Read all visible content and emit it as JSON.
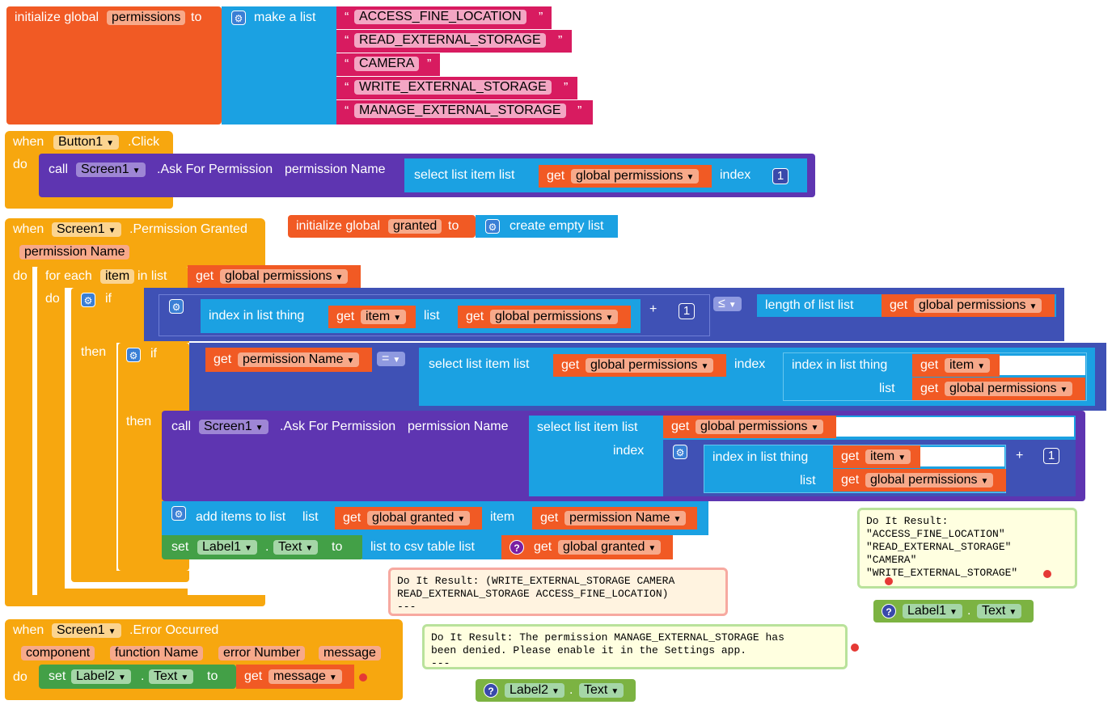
{
  "init_permissions": {
    "keyword": "initialize global",
    "var": "permissions",
    "to": "to",
    "make_list": "make a list",
    "items": [
      "ACCESS_FINE_LOCATION",
      "READ_EXTERNAL_STORAGE",
      "CAMERA",
      "WRITE_EXTERNAL_STORAGE",
      "MANAGE_EXTERNAL_STORAGE"
    ],
    "quote_open": "“",
    "quote_close": "”"
  },
  "button_click": {
    "when": "when",
    "component": "Button1",
    "event": ".Click",
    "do": "do",
    "call": "call",
    "screen": "Screen1",
    "method": ".Ask For Permission",
    "param": "permission Name",
    "select_list_item": "select list item  list",
    "get": "get",
    "get_var": "global permissions",
    "index": "index",
    "index_value": "1"
  },
  "init_granted": {
    "keyword": "initialize global",
    "var": "granted",
    "to": "to",
    "create_empty": "create empty list"
  },
  "permission_granted": {
    "when": "when",
    "component": "Screen1",
    "event": ".Permission Granted",
    "param": "permission Name",
    "do": "do",
    "for_each": "for each",
    "item": "item",
    "in_list": "in list",
    "get": "get",
    "global_permissions": "global permissions",
    "do2": "do",
    "if": "if",
    "index_in_list": "index in list  thing",
    "list": "list",
    "plus": "+",
    "one": "1",
    "le": "≤",
    "length_of_list": "length of list  list",
    "then": "then",
    "permission_name": "permission Name",
    "eq": "=",
    "select_list_item": "select list item  list",
    "index": "index",
    "call": "call",
    "screen": "Screen1",
    "method": ".Ask For Permission",
    "method_param": "permission Name",
    "add_items": "add items to list",
    "add_list": "list",
    "add_item": "item",
    "global_granted": "global granted",
    "set": "set",
    "label": "Label1",
    "dot": ".",
    "prop": "Text",
    "to": "to",
    "csv": "list to csv table  list"
  },
  "error_occurred": {
    "when": "when",
    "component": "Screen1",
    "event": ".Error Occurred",
    "params": [
      "component",
      "function Name",
      "error Number",
      "message"
    ],
    "do": "do",
    "set": "set",
    "label": "Label2",
    "dot": ".",
    "prop": "Text",
    "to": "to",
    "get": "get",
    "get_var": "message"
  },
  "bubbles": {
    "result1": "Do It Result: (WRITE_EXTERNAL_STORAGE CAMERA\nREAD_EXTERNAL_STORAGE ACCESS_FINE_LOCATION)\n---",
    "result2": "Do It Result:\n\"ACCESS_FINE_LOCATION\"\n\"READ_EXTERNAL_STORAGE\"\n\"CAMERA\"\n\"WRITE_EXTERNAL_STORAGE\"",
    "result3": "Do It Result: The permission MANAGE_EXTERNAL_STORAGE has\nbeen denied. Please enable it in the Settings app.\n---"
  },
  "getters": {
    "label1": "Label1",
    "label2": "Label2",
    "dot": ".",
    "prop": "Text",
    "q": "?"
  },
  "colors": {
    "event": "#f7a70f",
    "variable": "#f15a24",
    "list": "#1ba1e2",
    "text": "#d81b60",
    "component": "#5e35b1",
    "math": "#3f51b5",
    "setter": "#43a047"
  }
}
